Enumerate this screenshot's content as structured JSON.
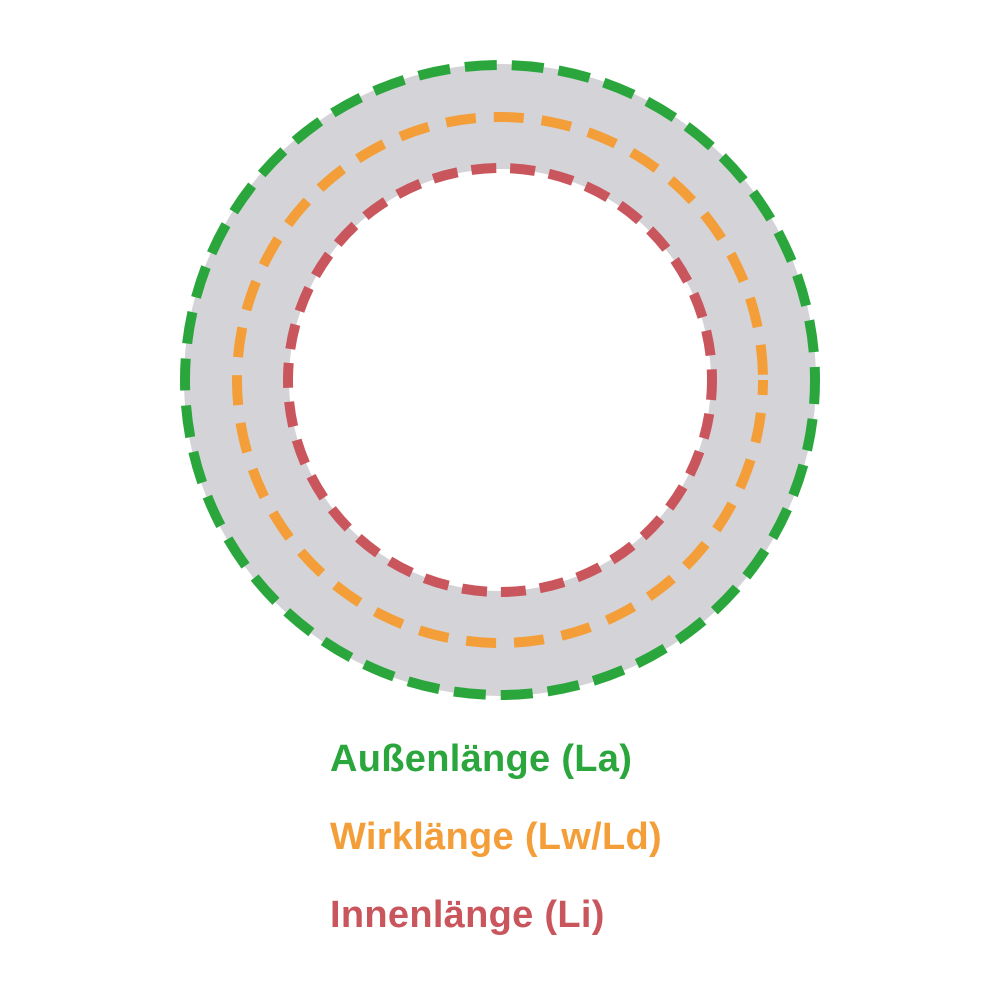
{
  "diagram": {
    "background_color": "#ffffff",
    "ring_fill_color": "#d4d4d8",
    "rings": [
      {
        "id": "outer",
        "label": "Außenlänge (La)",
        "abbreviation": "La",
        "color": "#2aa63c"
      },
      {
        "id": "effective",
        "label": "Wirklänge (Lw/Ld)",
        "abbreviation": "Lw/Ld",
        "color": "#f39e38"
      },
      {
        "id": "inner",
        "label": "Innenlänge (Li)",
        "abbreviation": "Li",
        "color": "#c9565c"
      }
    ]
  }
}
